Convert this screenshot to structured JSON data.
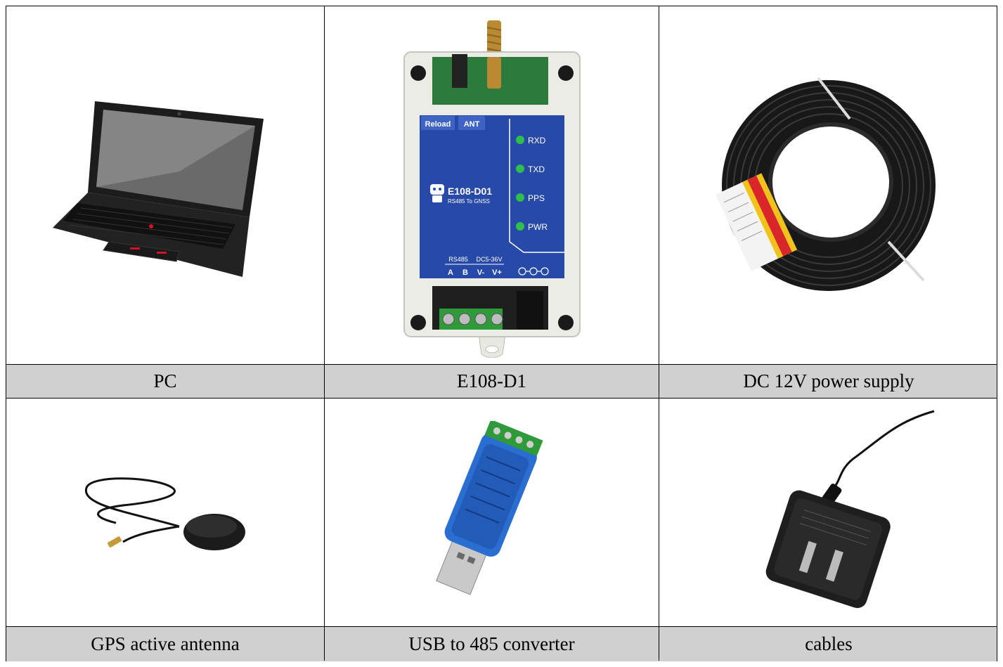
{
  "items": [
    {
      "label": "PC",
      "icon": "laptop-icon"
    },
    {
      "label": "E108-D1",
      "icon": "e108-module-icon"
    },
    {
      "label": "DC 12V power supply",
      "icon": "cable-coil-icon"
    },
    {
      "label": "GPS active antenna",
      "icon": "gps-antenna-icon"
    },
    {
      "label": "USB to 485 converter",
      "icon": "usb-converter-icon"
    },
    {
      "label": "cables",
      "icon": "power-adapter-icon"
    }
  ],
  "device": {
    "btn_reload": "Reload",
    "btn_ant": "ANT",
    "led_rxd": "RXD",
    "led_txd": "TXD",
    "led_pps": "PPS",
    "led_pwr": "PWR",
    "model": "E108-D01",
    "subtitle": "RS485 To GNSS",
    "port_rs485": "RS485",
    "port_dc": "DC5-36V",
    "pin_a": "A",
    "pin_b": "B",
    "pin_vneg": "V-",
    "pin_vpos": "V+"
  },
  "colors": {
    "module_blue": "#2749a8",
    "led_green": "#2fbf4a",
    "terminal_green": "#2f9a3a",
    "label_band": "#d0d0d0"
  }
}
